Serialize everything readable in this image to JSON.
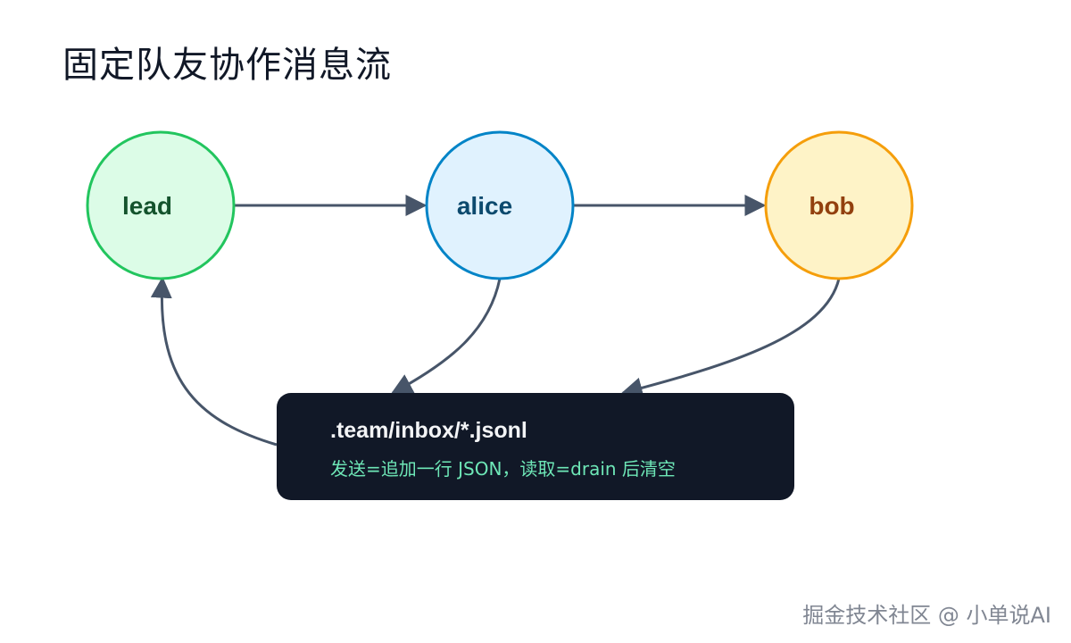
{
  "title": "固定队友协作消息流",
  "nodes": {
    "lead": {
      "label": "lead",
      "fill": "#dcfce7",
      "stroke": "#22c55e",
      "text": "#14532d"
    },
    "alice": {
      "label": "alice",
      "fill": "#e0f2fe",
      "stroke": "#0284c7",
      "text": "#0c4a6e"
    },
    "bob": {
      "label": "bob",
      "fill": "#fef3c7",
      "stroke": "#f59e0b",
      "text": "#92400e"
    }
  },
  "inbox": {
    "title": ".team/inbox/*.jsonl",
    "subtitle": "发送=追加一行 JSON，读取=drain 后清空",
    "fill": "#111827"
  },
  "edges": [
    {
      "from": "lead",
      "to": "alice"
    },
    {
      "from": "alice",
      "to": "bob"
    },
    {
      "from": "alice",
      "to": "inbox"
    },
    {
      "from": "bob",
      "to": "inbox"
    },
    {
      "from": "inbox",
      "to": "lead"
    }
  ],
  "edge_color": "#475569",
  "watermark": "掘金技术社区 @ 小单说AI"
}
